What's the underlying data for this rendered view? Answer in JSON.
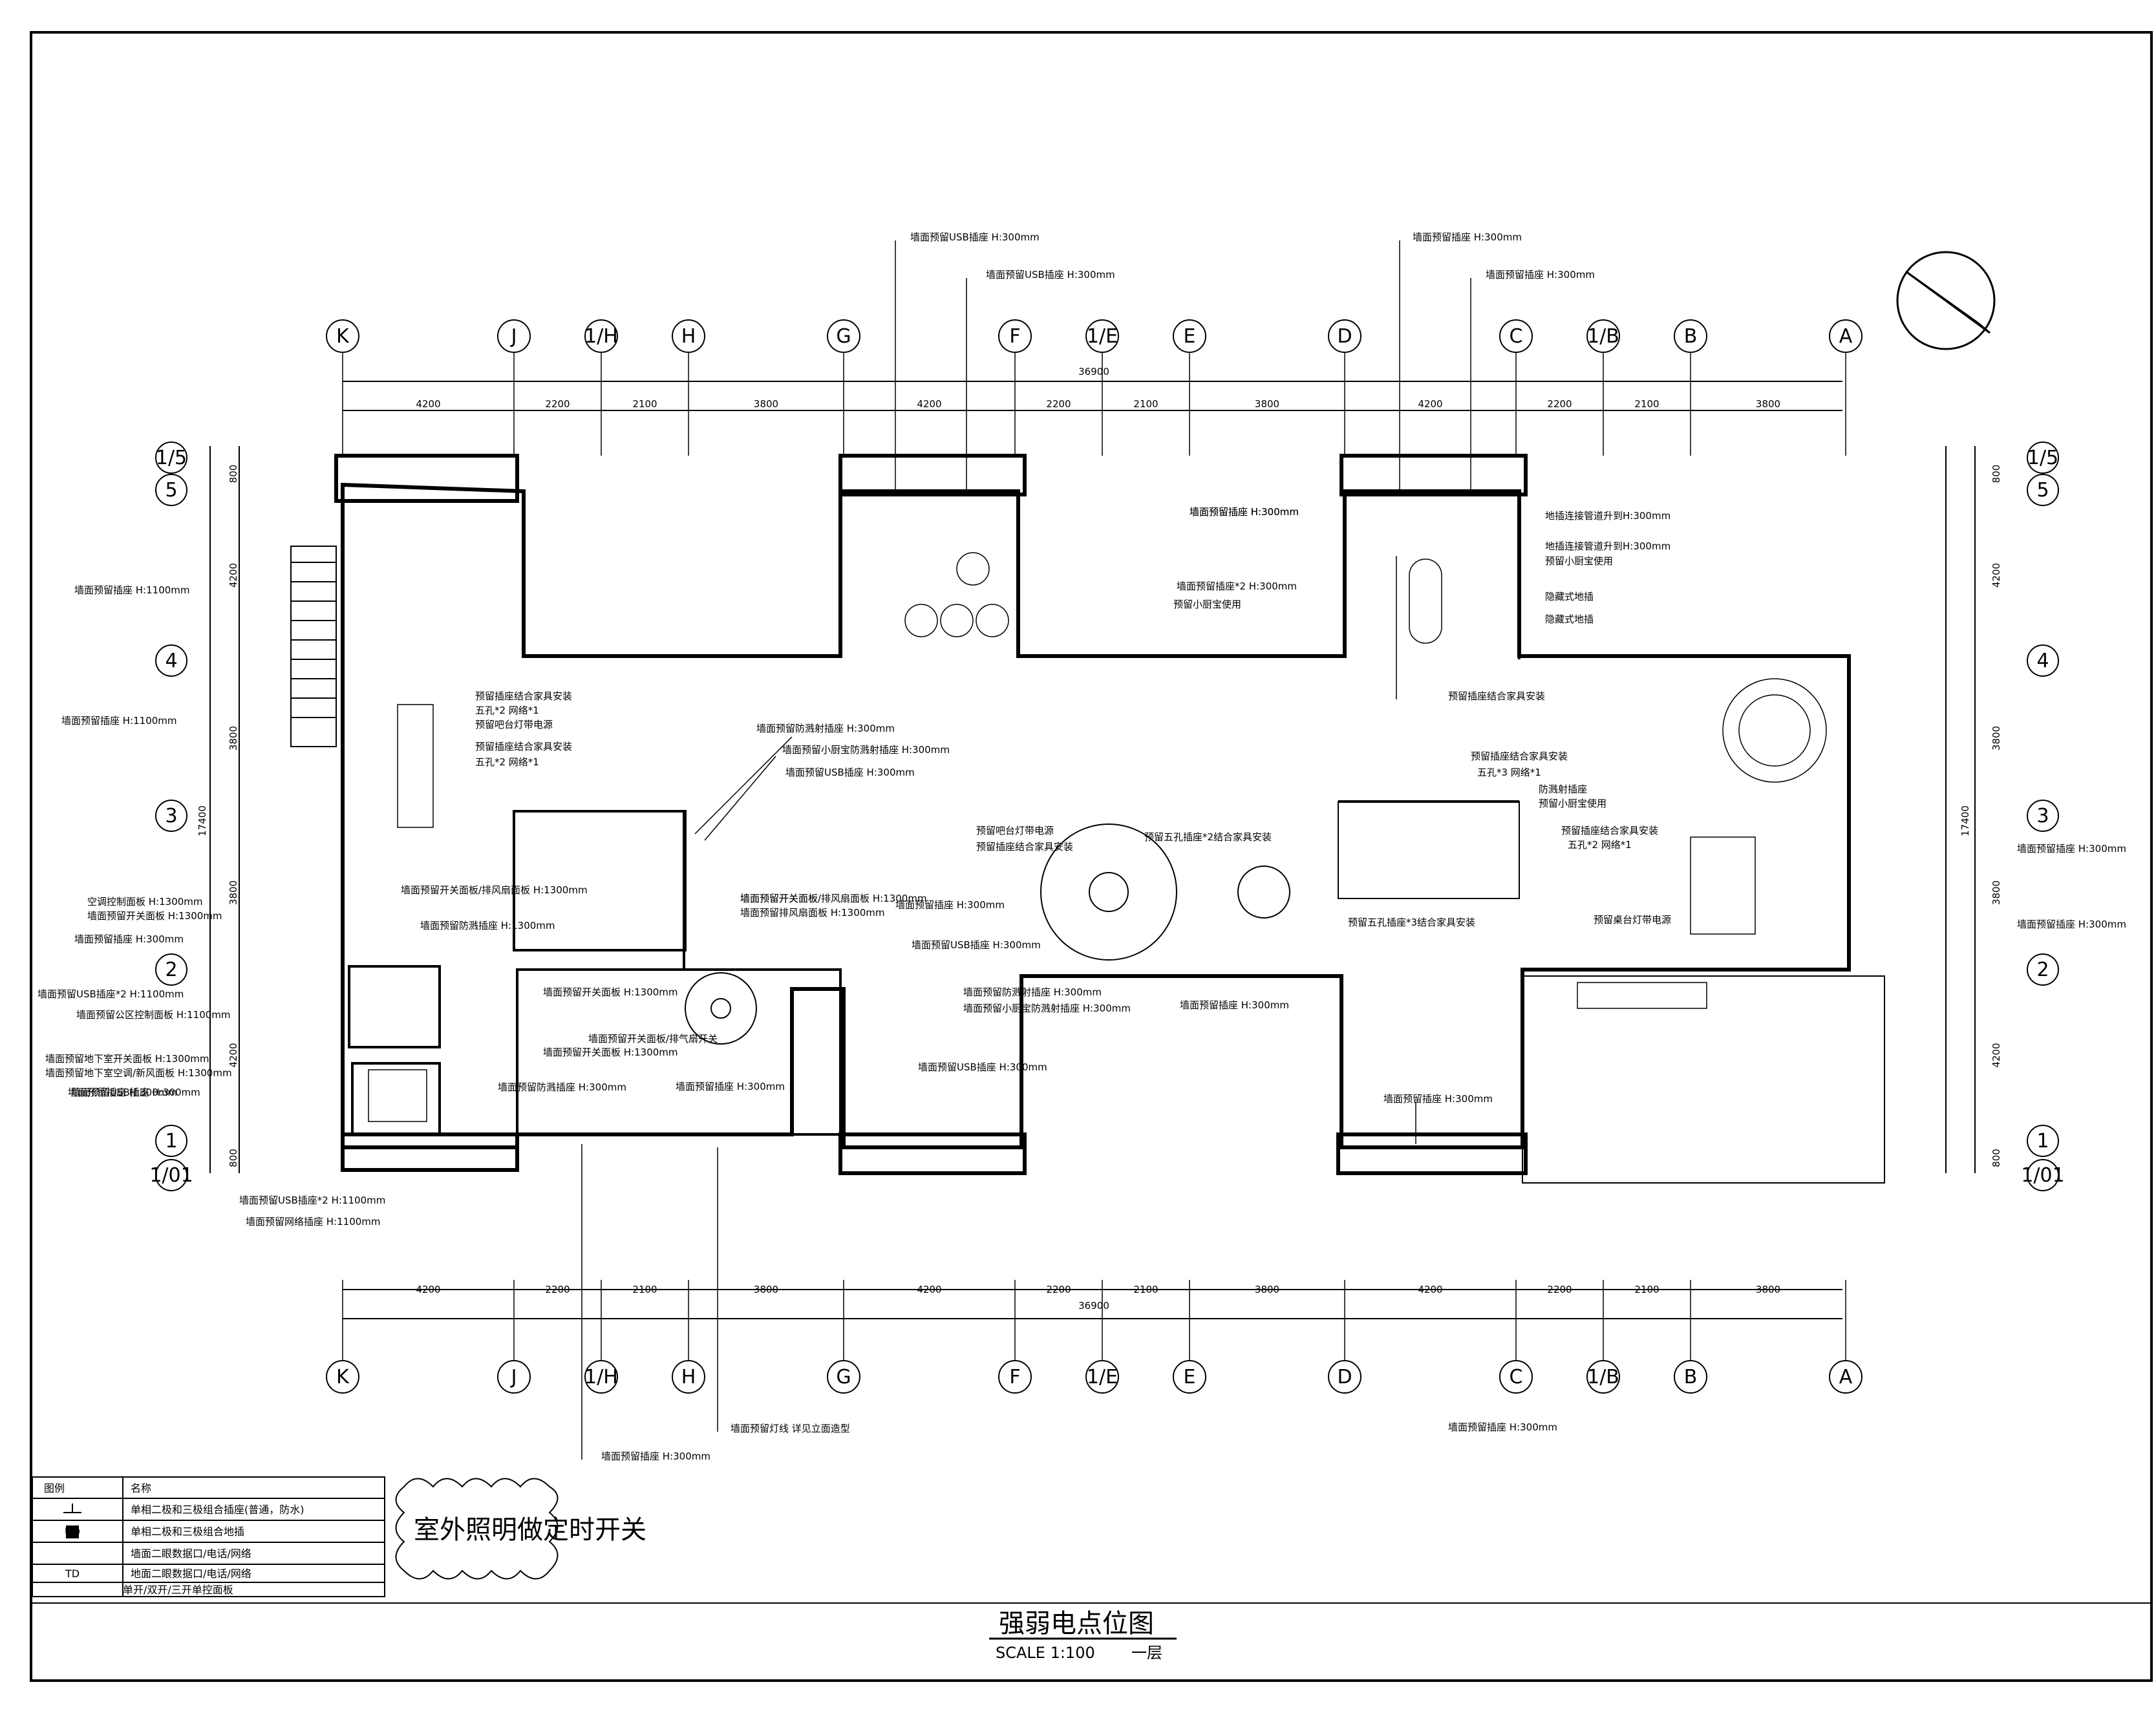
{
  "title": {
    "main": "强弱电点位图",
    "scale": "SCALE 1:100",
    "floor": "一层"
  },
  "note_outdoor": "室外照明做定时开关",
  "legend": {
    "header_symbol": "图例",
    "header_name": "名称",
    "sym_ud": "UD",
    "sym_td": "TD",
    "rows": [
      "单相二极和三极组合插座(普通，防水)",
      "单相二极和三极组合地插",
      "墙面二眼数据口/电话/网络",
      "地面二眼数据口/电话/网络",
      "单开/双开/三开单控面板"
    ]
  },
  "axes": {
    "columns": [
      "K",
      "J",
      "1/H",
      "H",
      "G",
      "F",
      "1/E",
      "E",
      "D",
      "C",
      "1/B",
      "B",
      "A"
    ],
    "rows": [
      "1/5",
      "5",
      "4",
      "3",
      "2",
      "1",
      "1/01"
    ]
  },
  "dims": {
    "total": "36900",
    "spans": [
      "4200",
      "2200",
      "2100",
      "3800",
      "4200",
      "2200",
      "2100",
      "3800",
      "4200",
      "2200",
      "2100",
      "3800"
    ],
    "side_total": "17400",
    "side_spans": [
      "800",
      "4200",
      "3800",
      "3800",
      "4200",
      "800"
    ]
  },
  "annotations": [
    "墙面预留USB插座 H:300mm",
    "墙面预留USB插座 H:300mm",
    "墙面预留插座 H:300mm",
    "墙面预留插座 H:300mm",
    "墙面预留插座 H:300mm",
    "墙面预留插座 H:1100mm",
    "墙面预留插座 H:1100mm",
    "空调控制面板 H:1300mm",
    "墙面预留开关面板 H:1300mm",
    "墙面预留插座 H:300mm",
    "墙面预留USB插座*2 H:1100mm",
    "墙面预留公区控制面板 H:1100mm",
    "墙面预留地下室开关面板 H:1300mm",
    "墙面预留地下室空调/新风面板 H:1300mm",
    "墙面预留插座 H:300mm",
    "墙面预留USB插座*2 H:1100mm",
    "墙面预留网络插座 H:1100mm",
    "预留插座结合家具安装",
    "五孔*2 网络*1",
    "预留吧台灯带电源",
    "预留插座结合家具安装",
    "五孔*2 网络*1",
    "墙面预留防溅射插座 H:300mm",
    "墙面预留小厨宝防溅射插座 H:300mm",
    "墙面预留USB插座 H:300mm",
    "墙面预留开关面板",
    "墙面预留排风扇面板 H:1300mm",
    "墙面预留插座 H:300mm",
    "预留吧台灯带电源",
    "预留插座结合家具安装",
    "预留五孔插座*2结合家具安装",
    "预留插座结合家具安装",
    "五孔*3 网络*1",
    "防溅射插座",
    "预留小厨宝使用",
    "预留插座结合家具安装",
    "五孔*2 网络*1",
    "墙面预留插座 H:300mm",
    "预留桌台灯带电源",
    "墙面预留插座 H:300mm",
    "预留五孔插座*3结合家具安装",
    "地插连接管道升到H:300mm",
    "地插连接管道升到H:300mm",
    "预留小厨宝使用",
    "隐藏式地插",
    "隐藏式地插",
    "墙面预留插座 H:300mm",
    "墙面预留插座*2 H:300mm",
    "预留小厨宝使用",
    "预留插座结合家具安装",
    "墙面预留USB插座 H:300mm",
    "墙面预留防溅射插座 H:300mm",
    "墙面预留小厨宝防溅射插座 H:300mm",
    "墙面预留USB插座 H:300mm",
    "墙面预留插座 H:300mm",
    "墙面预留插座 H:300mm",
    "墙面预留开关面板/排风扇面板 H:1300mm",
    "墙面预留防溅插座 H:1300mm",
    "墙面预留开关面板/排气扇开关",
    "墙面预留开关面板 H:1300mm",
    "墙面预留开关面板 H:1300mm",
    "墙面预留防溅插座 H:300mm",
    "墙面预留插座 H:300mm",
    "墙面预留插座 H:300mm",
    "墙面预留灯线 详见立面造型",
    "墙面预留插座 H:300mm",
    "墙面预留USB插座 H:300mm",
    "墙面预留开关面板/排风扇面板 H:1300mm"
  ]
}
